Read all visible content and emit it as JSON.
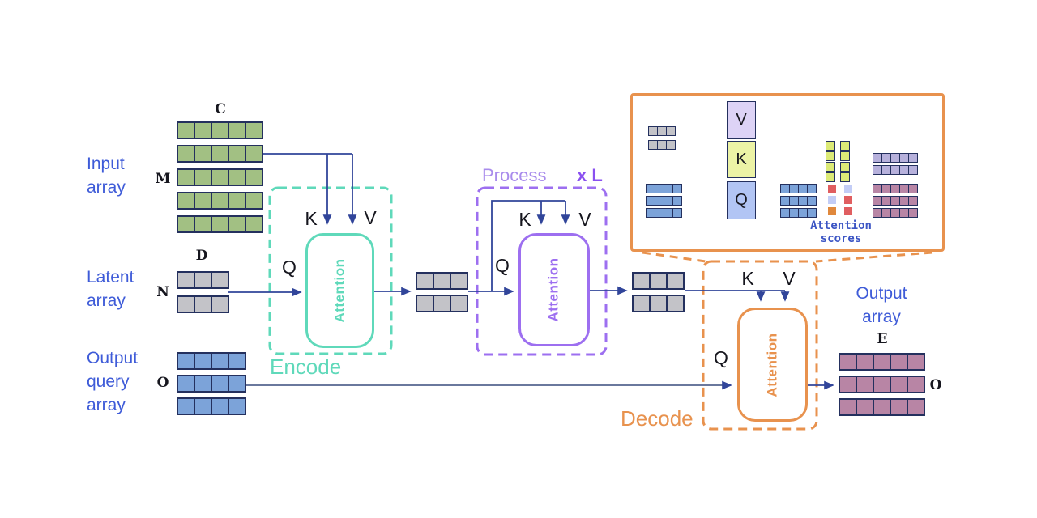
{
  "colors": {
    "cellBorder": "#24305e",
    "green": "#a2c083",
    "gray": "#c3c3c8",
    "blue": "#7ca3d9",
    "maroon": "#b885a5",
    "lavender": "#b7b1dc",
    "yellow": "#dcea77",
    "insetV": "#ddd3f6",
    "insetK": "#ecf3a6",
    "insetQ": "#b2c5f4",
    "scoreRed": "#e05e60",
    "scorePeri": "#c3cdf6",
    "scoreOrange": "#e0883c",
    "teal": "#5fd9ba",
    "purple": "#9d6ff0",
    "purpleLight": "#a98cec",
    "purpleBold": "#8a50f0",
    "orange": "#e8924e",
    "arrow": "#31459a",
    "longLine": "#54648f",
    "blueText": "#3e5bd8",
    "dark": "#16161e",
    "scoresText": "#3c55c4"
  },
  "arrays": {
    "input": {
      "label": "Input\narray",
      "dim_top": "C",
      "dim_left": "M"
    },
    "latent": {
      "label": "Latent\narray",
      "dim_top": "D",
      "dim_left": "N"
    },
    "output_query": {
      "label": "Output\nquery\narray",
      "dim_left": "O"
    },
    "output": {
      "label": "Output\narray",
      "dim_top": "E",
      "dim_right": "O"
    }
  },
  "grids": {
    "input": {
      "rows": 5,
      "cols": 5,
      "color": "green"
    },
    "latent": {
      "rows": 2,
      "cols": 3,
      "color": "gray"
    },
    "output_query": {
      "rows": 3,
      "cols": 4,
      "color": "blue"
    },
    "encode_out": {
      "rows": 2,
      "cols": 3,
      "color": "gray"
    },
    "process_out": {
      "rows": 2,
      "cols": 3,
      "color": "gray"
    },
    "output": {
      "rows": 3,
      "cols": 5,
      "color": "maroon"
    },
    "inset_latent": {
      "rows": 2,
      "cols": 3,
      "color": "gray"
    },
    "inset_query": {
      "rows": 3,
      "cols": 4,
      "color": "blue"
    },
    "inset_q_out": {
      "rows": 3,
      "cols": 4,
      "color": "blue"
    },
    "inset_k_out_col1": {
      "rows": 4,
      "cols": 1,
      "color": "yellow"
    },
    "inset_k_out_col2": {
      "rows": 4,
      "cols": 1,
      "color": "yellow"
    },
    "inset_v_out_top": {
      "rows": 2,
      "cols": 5,
      "color": "lavender"
    },
    "inset_v_out_bot": {
      "rows": 3,
      "cols": 5,
      "color": "maroon"
    }
  },
  "blocks": {
    "encode": {
      "label": "Encode",
      "attention": "Attention",
      "k": "K",
      "q": "Q",
      "v": "V"
    },
    "process": {
      "label": "Process",
      "repeat": "x L",
      "attention": "Attention",
      "k": "K",
      "q": "Q",
      "v": "V"
    },
    "decode": {
      "label": "Decode",
      "attention": "Attention",
      "k": "K",
      "q": "Q",
      "v": "V"
    }
  },
  "inset": {
    "v": "V",
    "k": "K",
    "q": "Q",
    "scores_label": "Attention\nscores",
    "score_colors": [
      [
        "scoreRed",
        "scorePeri"
      ],
      [
        "scorePeri",
        "scoreRed"
      ],
      [
        "scoreOrange",
        "scoreRed"
      ]
    ]
  }
}
